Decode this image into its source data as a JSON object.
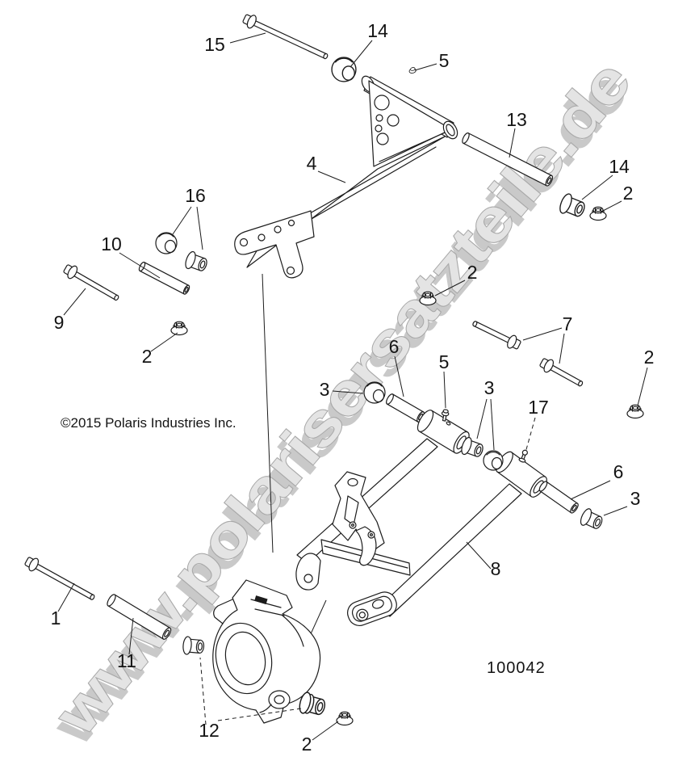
{
  "diagram": {
    "copyright": "©2015 Polaris Industries Inc.",
    "part_number": "100042",
    "watermark": "www.polarisersatzteile.de"
  },
  "colors": {
    "background": "#ffffff",
    "line": "#1c1c1c",
    "watermark_fill": "#e4e4e4",
    "watermark_outline": "#a8a8a8",
    "watermark_shadow": "#c9c9c9"
  },
  "callouts": {
    "c1": "1",
    "c2a": "2",
    "c2b": "2",
    "c2c": "2",
    "c2d": "2",
    "c2e": "2",
    "c3a": "3",
    "c3b": "3",
    "c3c": "3",
    "c4": "4",
    "c5a": "5",
    "c5b": "5",
    "c6a": "6",
    "c6b": "6",
    "c7": "7",
    "c8": "8",
    "c9": "9",
    "c10": "10",
    "c11": "11",
    "c12": "12",
    "c13": "13",
    "c14a": "14",
    "c14b": "14",
    "c15": "15",
    "c16": "16",
    "c17": "17"
  }
}
